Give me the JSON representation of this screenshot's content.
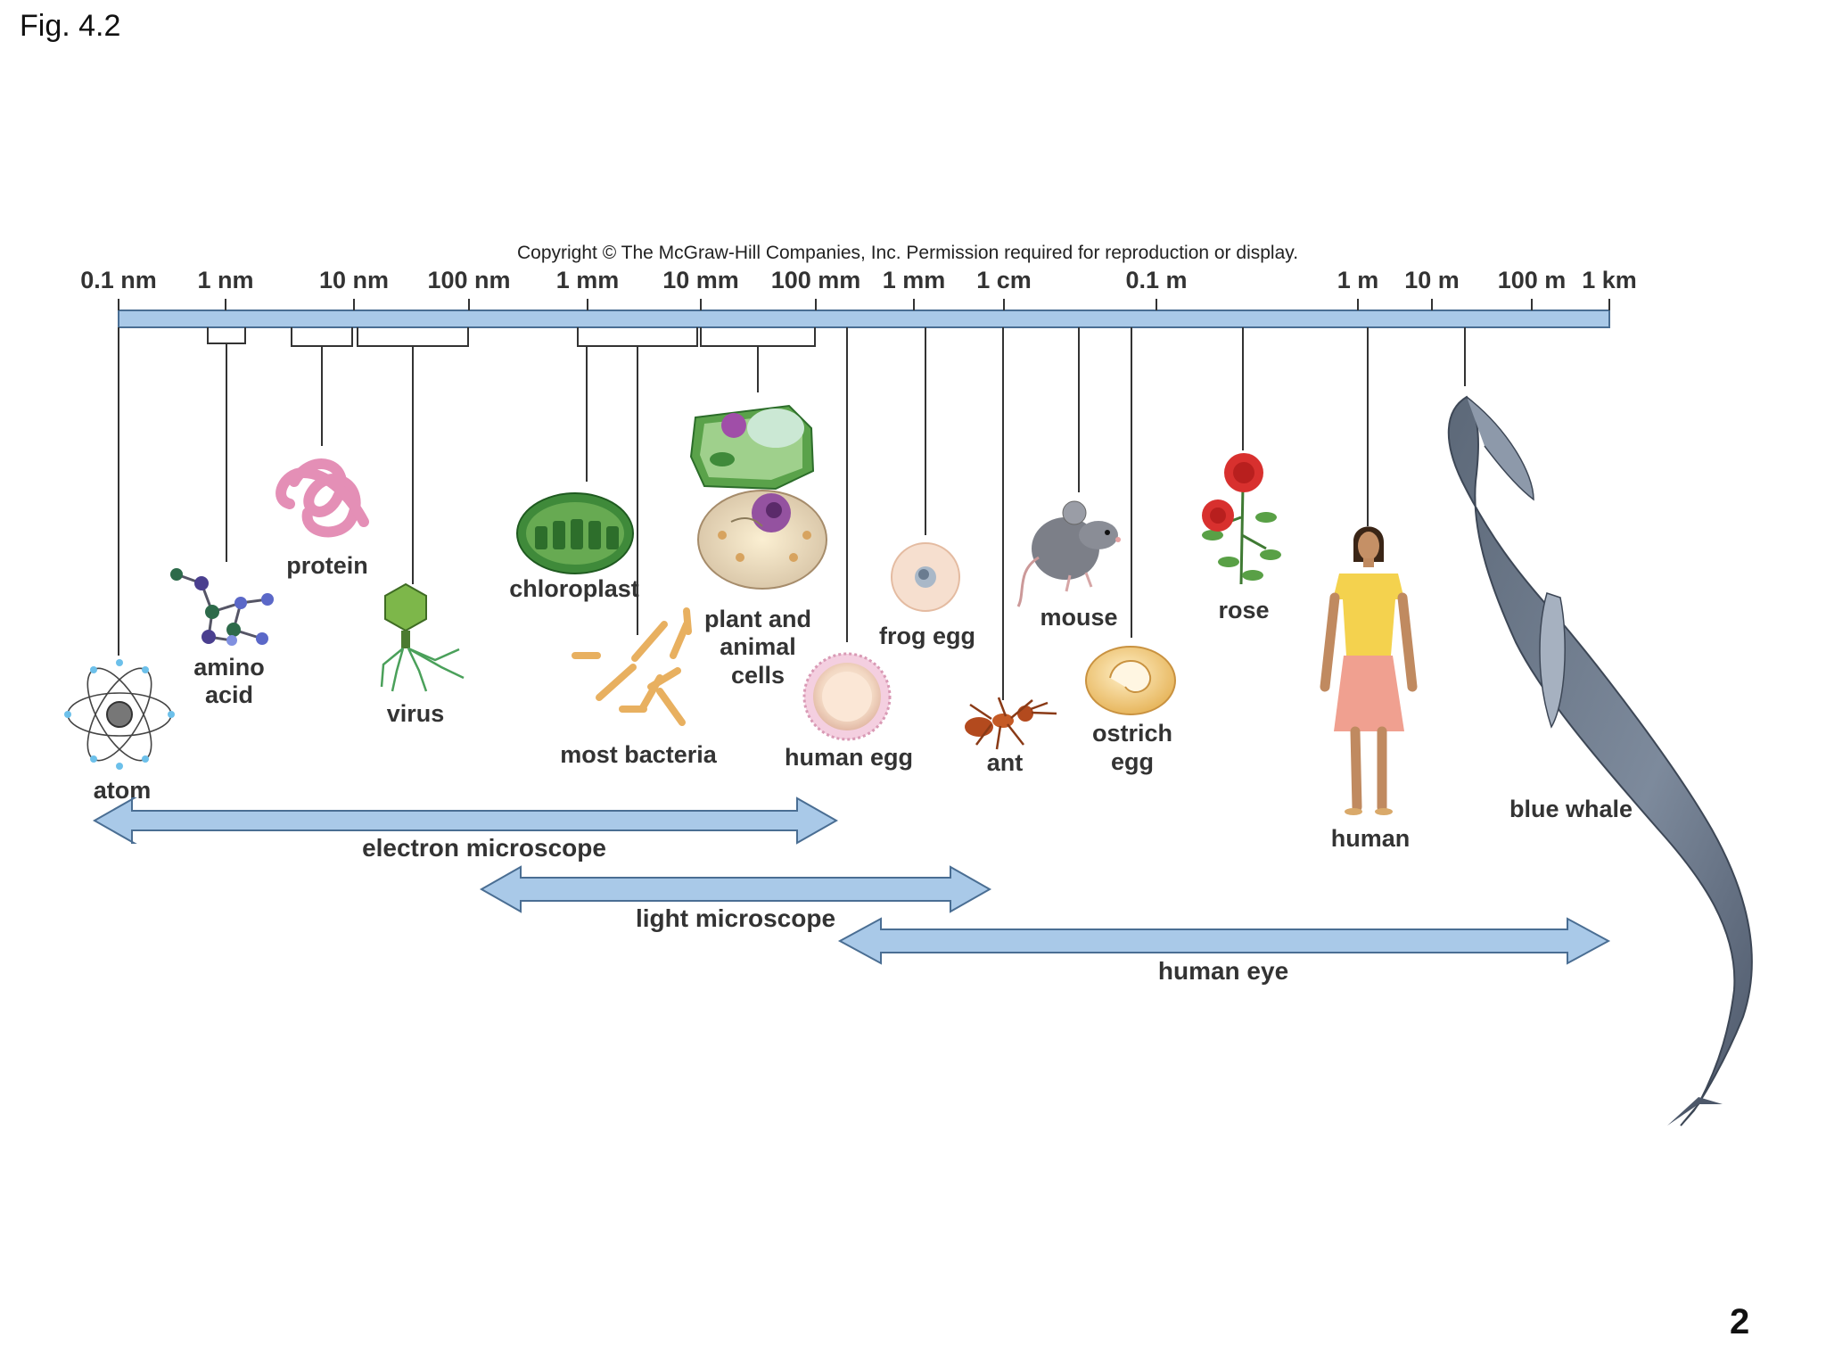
{
  "figure_label": "Fig. 4.2",
  "copyright": "Copyright © The McGraw-Hill Companies, Inc. Permission required for reproduction or display.",
  "page_number": "2",
  "scale": {
    "ticks": [
      "0.1 nm",
      "1 nm",
      "10 nm",
      "100 nm",
      "1 mm",
      "10 mm",
      "100 mm",
      "1 mm",
      "1 cm",
      "0.1 m",
      "1 m",
      "10 m",
      "100 m",
      "1 km"
    ]
  },
  "organisms": {
    "atom": "atom",
    "amino_acid_1": "amino",
    "amino_acid_2": "acid",
    "protein": "protein",
    "virus": "virus",
    "chloroplast": "chloroplast",
    "most_bacteria": "most bacteria",
    "cells_1": "plant and",
    "cells_2": "animal",
    "cells_3": "cells",
    "human_egg": "human egg",
    "frog_egg": "frog egg",
    "ant": "ant",
    "mouse": "mouse",
    "ostrich_egg_1": "ostrich",
    "ostrich_egg_2": "egg",
    "rose": "rose",
    "human": "human",
    "blue_whale": "blue whale"
  },
  "ranges": {
    "electron_microscope": "electron microscope",
    "light_microscope": "light microscope",
    "human_eye": "human eye"
  },
  "colors": {
    "scale_bar": "#a9c9e8",
    "arrow_fill": "#a9c9e8",
    "arrow_stroke": "#4a6e93",
    "line": "#333333"
  }
}
